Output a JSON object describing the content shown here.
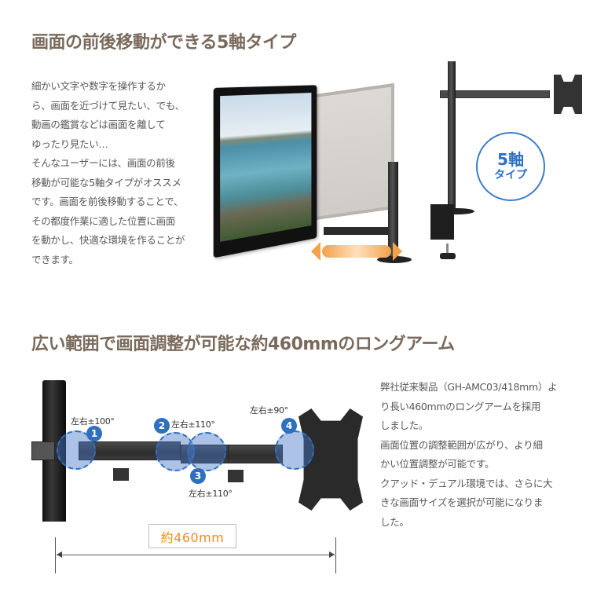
{
  "section1": {
    "heading": "画面の前後移動ができる5軸タイプ",
    "description_lines": [
      "細かい文字や数字を操作するか",
      "ら、画面を近づけて見たい、でも、",
      "動画の鑑賞などは画面を離して",
      "ゆったり見たい…",
      "そんなユーザーには、画面の前後",
      "移動が可能な5軸タイプがオススメ",
      "です。画面を前後移動することで、",
      "その都度作業に適した位置に画面",
      "を動かし、快適な環境を作ることが",
      "できます。"
    ],
    "badge": {
      "line1": "5軸",
      "line2": "タイプ",
      "color": "#2f6fbf"
    },
    "arrow_color": "#f2a24a"
  },
  "section2": {
    "heading": "広い範囲で画面調整が可能な約460mmのロングアーム",
    "description_lines": [
      "弊社従来製品（GH-AMC03/418mm）よ",
      "り長い460mmのロングアームを採用",
      "しました。",
      "画面位置の調整範囲が広がり、より細",
      "かい位置調整が可能です。",
      "クアッド・デュアル環境では、さらに大",
      "きな画面サイズを選択が可能になりま",
      "した。"
    ],
    "joints": [
      {
        "number": "1",
        "angle": "左右±100°"
      },
      {
        "number": "2",
        "angle": "左右±110°"
      },
      {
        "number": "3",
        "angle": "左右±110°"
      },
      {
        "number": "4",
        "angle": "左右±90°"
      }
    ],
    "dimension_label": "約460mm",
    "dimension_color": "#f08a1c",
    "joint_color": "#2f6fbf"
  },
  "heading_color": "#7a6a5c"
}
